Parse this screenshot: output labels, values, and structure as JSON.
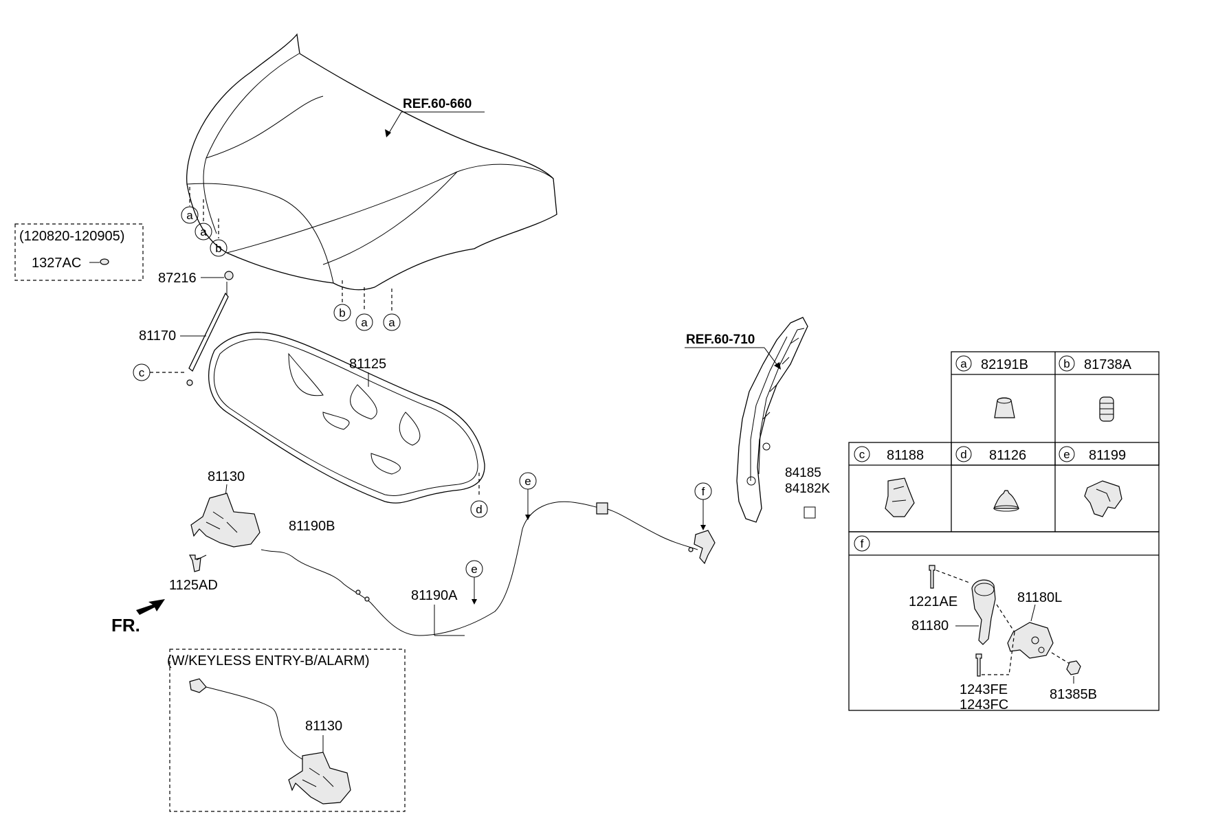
{
  "references": {
    "hood": "REF.60-660",
    "pillar": "REF.60-710"
  },
  "hood_markers": {
    "left": [
      "a",
      "a",
      "b"
    ],
    "front": [
      "b",
      "a",
      "a"
    ]
  },
  "date_range_box": {
    "range": "(120820-120905)",
    "part": "1327AC"
  },
  "parts": {
    "p87216": "87216",
    "p81170": "81170",
    "p81125": "81125",
    "p81130": "81130",
    "p81190B": "81190B",
    "p1125AD": "1125AD",
    "p81190A": "81190A",
    "p84185": "84185",
    "p84182K": "84182K",
    "keyless_81130": "81130"
  },
  "callouts": {
    "c": "c",
    "d": "d",
    "e1": "e",
    "e2": "e",
    "f": "f"
  },
  "front_indicator": "FR.",
  "keyless_box": {
    "title": "(W/KEYLESS ENTRY-B/ALARM)"
  },
  "legend_table": {
    "cells": [
      {
        "letter": "a",
        "part": "82191B"
      },
      {
        "letter": "b",
        "part": "81738A"
      },
      {
        "letter": "c",
        "part": "81188"
      },
      {
        "letter": "d",
        "part": "81126"
      },
      {
        "letter": "e",
        "part": "81199"
      }
    ],
    "f_section": {
      "letter": "f",
      "parts": {
        "p1221AE": "1221AE",
        "p81180L": "81180L",
        "p81180": "81180",
        "p1243FE": "1243FE",
        "p1243FC": "1243FC",
        "p81385B": "81385B"
      }
    }
  }
}
